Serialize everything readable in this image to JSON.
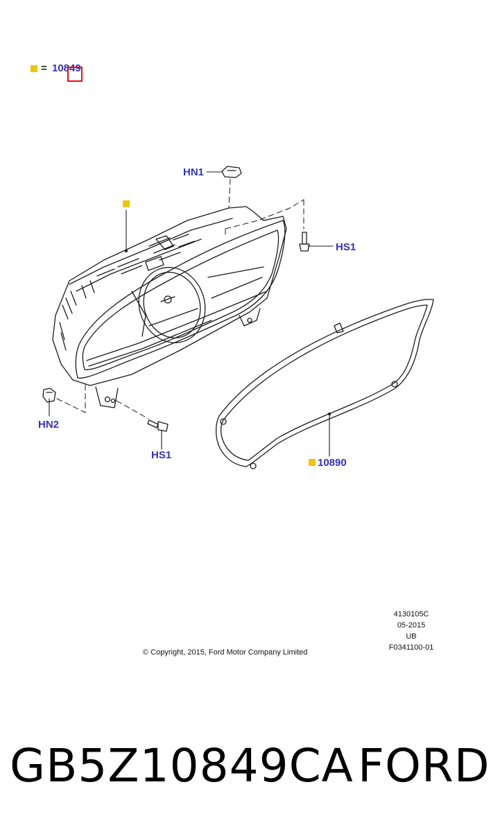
{
  "legend": {
    "equals": "=",
    "part": "10849"
  },
  "callouts": {
    "hn1": "HN1",
    "hs1_right": "HS1",
    "hn2": "HN2",
    "hs1_bottom": "HS1",
    "lens": "10890"
  },
  "drawing_info": [
    "4130105C",
    "05-2015",
    "UB",
    "F0341100-01"
  ],
  "copyright": "© Copyright, 2015, Ford Motor Company Limited",
  "part_number": "GB5Z10849CA",
  "brand": "FORD",
  "colors": {
    "marker": "#f2c500",
    "callout": "#3333bb",
    "highlight": "#e01010"
  }
}
